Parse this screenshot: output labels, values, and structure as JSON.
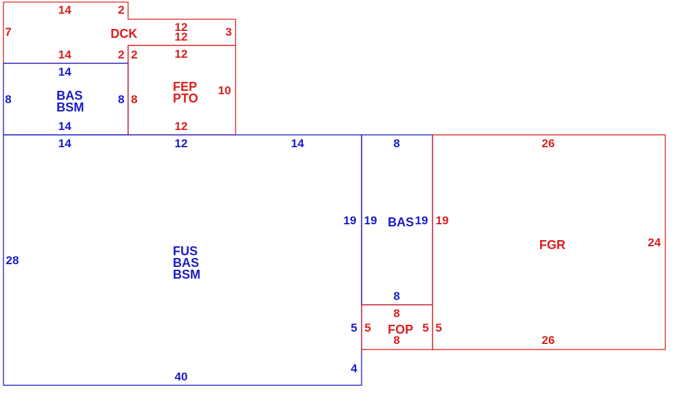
{
  "colors": {
    "red": "#d91e1e",
    "blue": "#1a1ac8"
  },
  "areas": {
    "dck": {
      "labels": [
        "DCK"
      ],
      "dims": [
        "14",
        "2",
        "12",
        "3",
        "12",
        "12",
        "2",
        "14",
        "7"
      ]
    },
    "bas_bsm_upper": {
      "labels": [
        "BAS",
        "BSM"
      ],
      "dims": [
        "14",
        "8",
        "14",
        "8"
      ]
    },
    "fep_pto": {
      "labels": [
        "FEP",
        "PTO"
      ],
      "dims": [
        "2",
        "12",
        "10",
        "12",
        "8"
      ]
    },
    "fus_bas_bsm": {
      "labels": [
        "FUS",
        "BAS",
        "BSM"
      ],
      "dims": [
        "14",
        "12",
        "14",
        "19",
        "28",
        "5",
        "4",
        "40"
      ]
    },
    "bas_right": {
      "labels": [
        "BAS"
      ],
      "dims": [
        "8",
        "19",
        "19",
        "8"
      ]
    },
    "fop": {
      "labels": [
        "FOP"
      ],
      "dims": [
        "8",
        "5",
        "5",
        "8",
        "5"
      ]
    },
    "fgr": {
      "labels": [
        "FGR"
      ],
      "dims": [
        "26",
        "19",
        "24",
        "26"
      ]
    }
  }
}
